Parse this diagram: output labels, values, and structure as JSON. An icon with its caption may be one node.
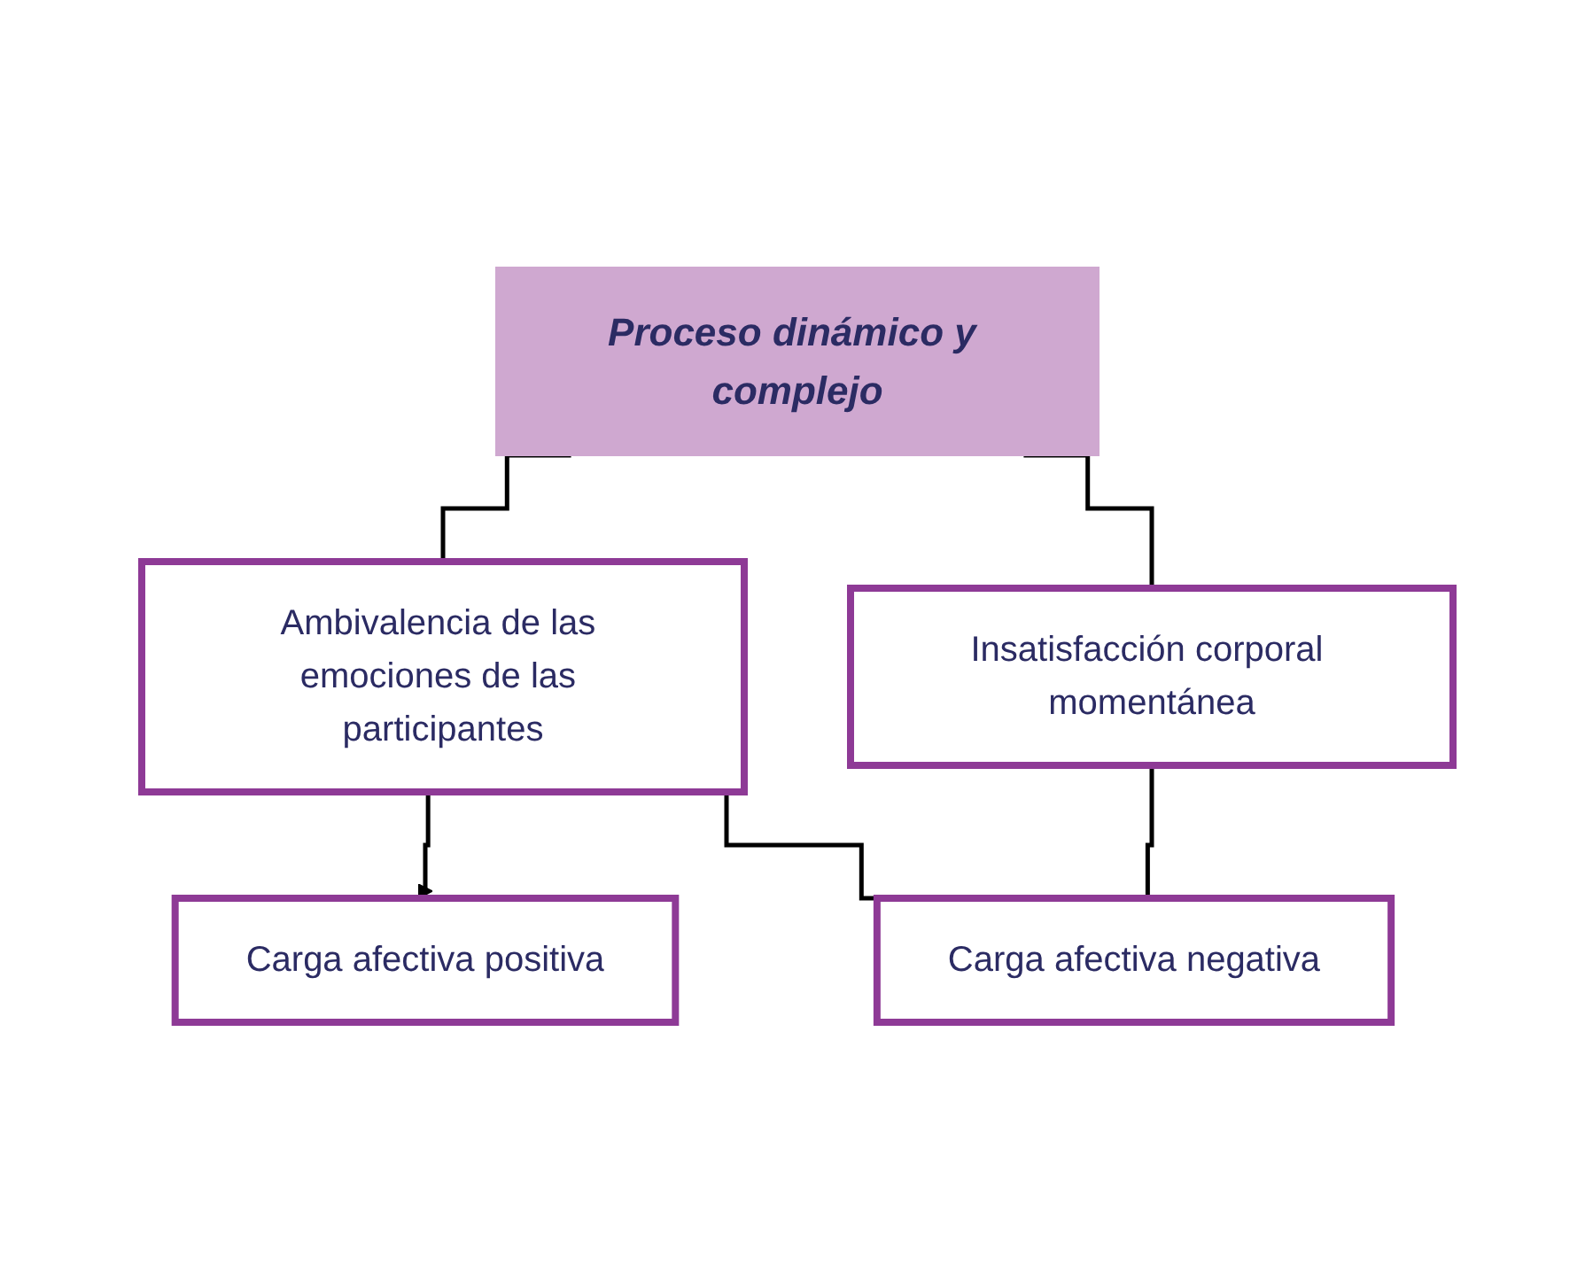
{
  "diagram": {
    "nodes": [
      {
        "text": [
          "Proceso dinámico y complejo"
        ]
      },
      {
        "text": [
          "Ambivalencia de las emociones de las participantes"
        ]
      },
      {
        "text": [
          "Insatisfacción corporal momentánea"
        ]
      },
      {
        "text": [
          "Carga afectiva positiva"
        ]
      },
      {
        "text": [
          "Carga afectiva negativa"
        ]
      }
    ],
    "edges": [
      {
        "from": 0,
        "to": 1,
        "arrow": "none"
      },
      {
        "from": 0,
        "to": 2,
        "arrow": "none"
      },
      {
        "from": 1,
        "to": 3,
        "arrow": "to"
      },
      {
        "from": 1,
        "to": 4,
        "arrow": "none"
      },
      {
        "from": 2,
        "to": 4,
        "arrow": "none"
      }
    ]
  }
}
